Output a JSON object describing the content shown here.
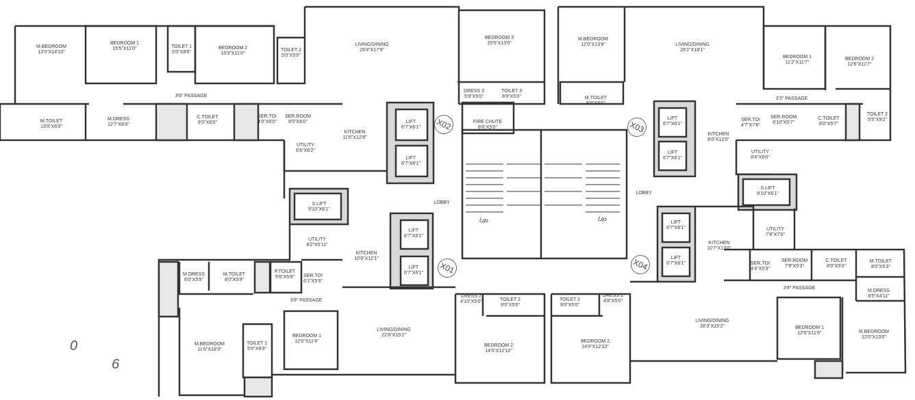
{
  "rooms": {
    "x02_mbed": {
      "name": "M.BEDROOM",
      "dim": "13'0\"X14'10\""
    },
    "x02_bed1": {
      "name": "BEDROOM 1",
      "dim": "15'5\"X11'0\""
    },
    "x02_toilet1": {
      "name": "TOILET 1",
      "dim": "5'0\"X8'6\""
    },
    "x02_bed2": {
      "name": "BEDROOM 2",
      "dim": "15'3\"X11'0\""
    },
    "x02_toilet2": {
      "name": "TOILET 2",
      "dim": "5'0\"X9'0\""
    },
    "x02_passage": {
      "name": "3'6\" PASSAGE"
    },
    "x02_mtoilet": {
      "name": "M.TOILET",
      "dim": "13'0\"X6'0\""
    },
    "x02_mdress": {
      "name": "M.DRESS",
      "dim": "12'7\"X6'0\""
    },
    "x02_ctoilet": {
      "name": "C.TOILET",
      "dim": "9'0\"X6'0\""
    },
    "x02_sertoi": {
      "name": "SER.TOI",
      "dim": "4'0\"X6'0\""
    },
    "x02_serroom": {
      "name": "SER.ROOM",
      "dim": "9'0\"X6'0\""
    },
    "x02_utility": {
      "name": "UTILITY",
      "dim": "6'6\"X6'2\""
    },
    "x02_living": {
      "name": "LIVING/DINING",
      "dim": "29'4\"X17'9\""
    },
    "x02_bed3": {
      "name": "BEDROOM 3",
      "dim": "15'5\"X13'0\""
    },
    "x02_dress3": {
      "name": "DRESS 3",
      "dim": "5'9\"X5'0\""
    },
    "x02_toilet3": {
      "name": "TOILET 3",
      "dim": "8'0\"X5'0\""
    },
    "x02_kitchen": {
      "name": "KITCHEN",
      "dim": "11'6\"X12'8\""
    },
    "x02_lift1": {
      "name": "LIFT",
      "dim": "6'7\"X6'1\""
    },
    "x02_lift2": {
      "name": "LIFT",
      "dim": "6'7\"X6'1\""
    },
    "fire_chute": {
      "name": "FIRE CHUTE",
      "dim": "8'6\"X5'0\""
    },
    "x03_mbed": {
      "name": "M.BEDROOM",
      "dim": "12'0\"X13'8\""
    },
    "x03_mtoilet": {
      "name": "M.TOILET",
      "dim": "8'0\"X5'0\""
    },
    "x03_living": {
      "name": "LIVING/DINING",
      "dim": "26'1\"X18'1\""
    },
    "x03_bed1": {
      "name": "BEDROOM 1",
      "dim": "11'2\"X11'7\""
    },
    "x03_bed2": {
      "name": "BEDROOM 2",
      "dim": "12'6\"X11'7\""
    },
    "x03_passage": {
      "name": "3'3\" PASSAGE"
    },
    "x03_sertoi": {
      "name": "SER.TOI",
      "dim": "4'7\"X7'6\""
    },
    "x03_serroom": {
      "name": "SER.ROOM",
      "dim": "6'10\"X5'7\""
    },
    "x03_ctoilet": {
      "name": "C.TOILET",
      "dim": "8'0\"X5'7\""
    },
    "x03_toilet2": {
      "name": "TOILET 2",
      "dim": "5'5\"X9'2\""
    },
    "x03_kitchen": {
      "name": "KITCHEN",
      "dim": "8'0\"X12'0\""
    },
    "x03_utility": {
      "name": "UTILITY",
      "dim": "8'4\"X6'0\""
    },
    "x03_lift1": {
      "name": "LIFT",
      "dim": "6'7\"X6'1\""
    },
    "x03_lift2": {
      "name": "LIFT",
      "dim": "6'7\"X6'1\""
    },
    "lobby_left": {
      "name": "LOBBY"
    },
    "lobby_right": {
      "name": "LOBBY"
    },
    "slift_right": {
      "name": "S.LIFT",
      "dim": "9'10\"X6'1\""
    },
    "slift_left": {
      "name": "S.LIFT",
      "dim": "9'10\"X6'1\""
    },
    "x01_utility": {
      "name": "UTILITY",
      "dim": "8'2\"X5'11\""
    },
    "x01_kitchen": {
      "name": "KITCHEN",
      "dim": "10'6\"X12'1\""
    },
    "x01_lift1": {
      "name": "LIFT",
      "dim": "6'7\"X6'1\""
    },
    "x01_lift2": {
      "name": "LIFT",
      "dim": "6'7\"X6'1\""
    },
    "x01_mdress": {
      "name": "M.DRESS",
      "dim": "6'0\"X5'9\""
    },
    "x01_mtoilet": {
      "name": "M.TOILET",
      "dim": "8'0\"X5'9\""
    },
    "x01_ptoilet": {
      "name": "P.TOILET",
      "dim": "5'6\"X5'9\""
    },
    "x01_sertoi": {
      "name": "SER.TOI",
      "dim": "6'1\"X5'9\""
    },
    "x01_passage": {
      "name": "3'6\" PASSAGE"
    },
    "x01_mbed": {
      "name": "M.BEDROOM",
      "dim": "11'6\"X18'3\""
    },
    "x01_toilet1": {
      "name": "TOILET 1",
      "dim": "5'0\"X9'3\""
    },
    "x01_bed1": {
      "name": "BEDROOM 1",
      "dim": "12'0\"X11'4\""
    },
    "x01_living": {
      "name": "LIVING/DINING",
      "dim": "22'8\"X15'2\""
    },
    "x01_dress2": {
      "name": "DRESS 2",
      "dim": "4'10\"X5'0\""
    },
    "x01_toilet2": {
      "name": "TOILET 2",
      "dim": "9'0\"X5'0\""
    },
    "x01_bed2": {
      "name": "BEDROOM 2",
      "dim": "14'5\"X12'10\""
    },
    "x04_toilet2": {
      "name": "TOILET 2",
      "dim": "9'0\"X5'0\""
    },
    "x04_dress2": {
      "name": "DRESS 2",
      "dim": "4'8\"X5'0\""
    },
    "x04_bed2": {
      "name": "BEDROOM 2",
      "dim": "14'0\"X12'10\""
    },
    "x04_lift1": {
      "name": "LIFT",
      "dim": "6'7\"X6'1\""
    },
    "x04_lift2": {
      "name": "LIFT",
      "dim": "6'7\"X6'1\""
    },
    "x04_kitchen": {
      "name": "KITCHEN",
      "dim": "10'7\"X13'0\""
    },
    "x04_utility": {
      "name": "UTILITY",
      "dim": "7'8\"X7'0\""
    },
    "x04_sertoi": {
      "name": "SER.TOI",
      "dim": "4'4\"X5'3\""
    },
    "x04_serroom": {
      "name": "SER.ROOM",
      "dim": "7'8\"X5'3\""
    },
    "x04_ctoilet": {
      "name": "C.TOILET",
      "dim": "8'0\"X5'3\""
    },
    "x04_mtoilet": {
      "name": "M.TOILET",
      "dim": "8'0\"X5'3\""
    },
    "x04_passage": {
      "name": "3'4\" PASSAGE"
    },
    "x04_mdress": {
      "name": "M.DRESS",
      "dim": "8'5\"X4'11\""
    },
    "x04_living": {
      "name": "LIVING/DINING",
      "dim": "28'3\"X15'2\""
    },
    "x04_bed1": {
      "name": "BEDROOM 1",
      "dim": "12'0\"X11'6\""
    },
    "x04_mbed": {
      "name": "M.BEDROOM",
      "dim": "12'0\"X13'0\""
    }
  },
  "unit_tags": {
    "x01": "X01",
    "x02": "X02",
    "x03": "X03",
    "x04": "X04"
  },
  "stairs": {
    "up_left": "UP",
    "up_right": "UP"
  },
  "stray_marks": {
    "a": "0",
    "b": "6"
  }
}
